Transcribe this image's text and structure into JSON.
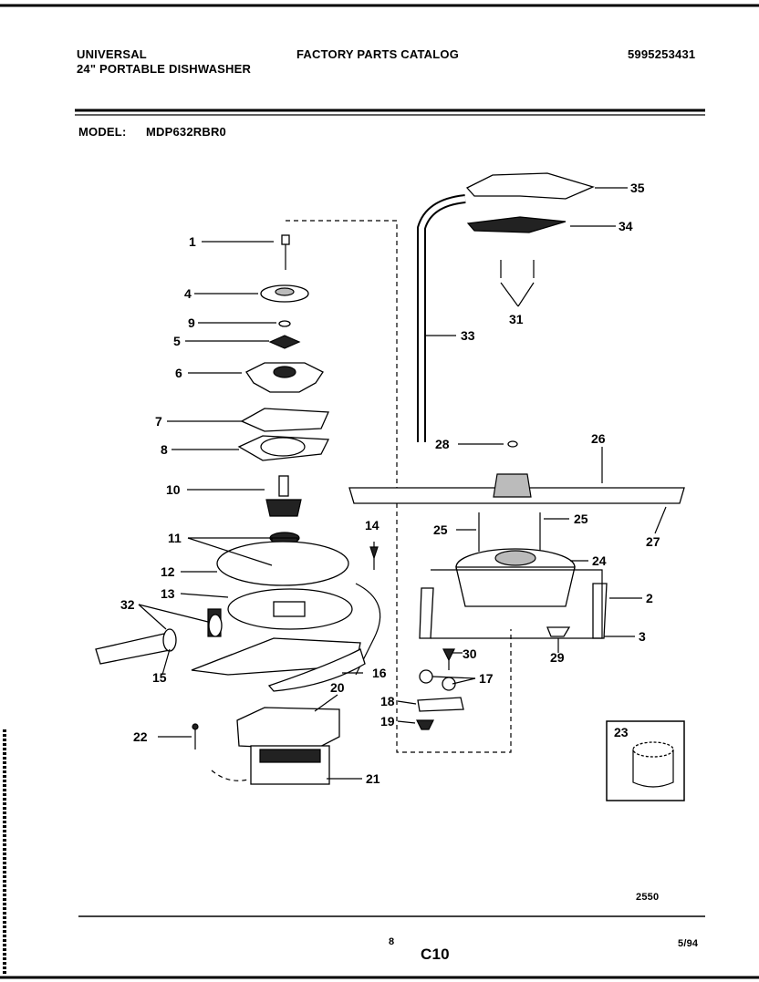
{
  "header": {
    "brand": "UNIVERSAL",
    "product": "24\" PORTABLE DISHWASHER",
    "catalog_title": "FACTORY PARTS CATALOG",
    "catalog_number": "5995253431",
    "model_label": "MODEL:",
    "model_number": "MDP632RBR0"
  },
  "part_labels": [
    "1",
    "4",
    "9",
    "5",
    "6",
    "7",
    "8",
    "10",
    "11",
    "12",
    "13",
    "32",
    "15",
    "14",
    "16",
    "20",
    "22",
    "21",
    "35",
    "34",
    "31",
    "33",
    "28",
    "26",
    "27",
    "25",
    "25",
    "24",
    "2",
    "3",
    "30",
    "29",
    "17",
    "18",
    "19",
    "23"
  ],
  "footer": {
    "figure_code": "2550",
    "page_number": "8",
    "section_code": "C10",
    "date": "5/94"
  }
}
